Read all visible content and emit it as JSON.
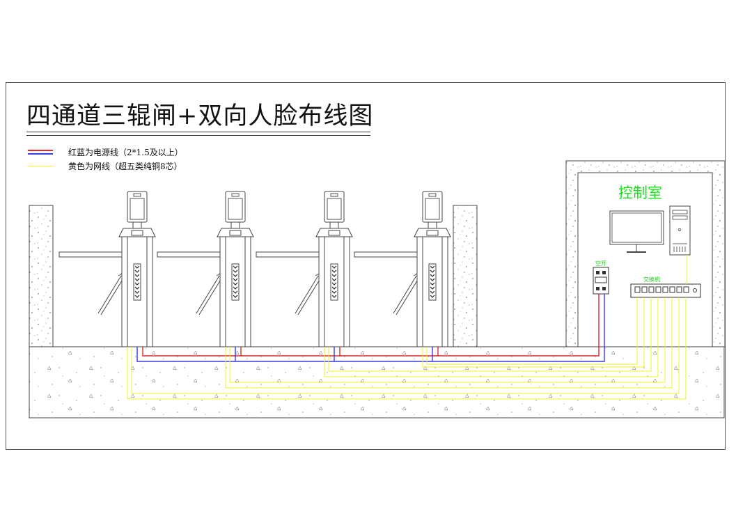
{
  "title": "四通道三辊闸+双向人脸布线图",
  "legend": [
    {
      "text": "红蓝为电源线（2*1.5及以上）",
      "colors": [
        "#e0262a",
        "#3a3aee"
      ]
    },
    {
      "text": "黄色为网线（超五类纯铜8芯）",
      "colors": [
        "#f2f025"
      ]
    }
  ],
  "control_room": {
    "label": "控制室"
  },
  "breaker": {
    "label": "空开"
  },
  "switch": {
    "label": "交换机"
  },
  "gates": [
    "gate-1",
    "gate-2",
    "gate-3",
    "gate-4"
  ],
  "colors": {
    "power_red": "#e0262a",
    "power_blue": "#3a3aee",
    "network_yellow": "#f2f025",
    "label_green": "#19e019"
  }
}
